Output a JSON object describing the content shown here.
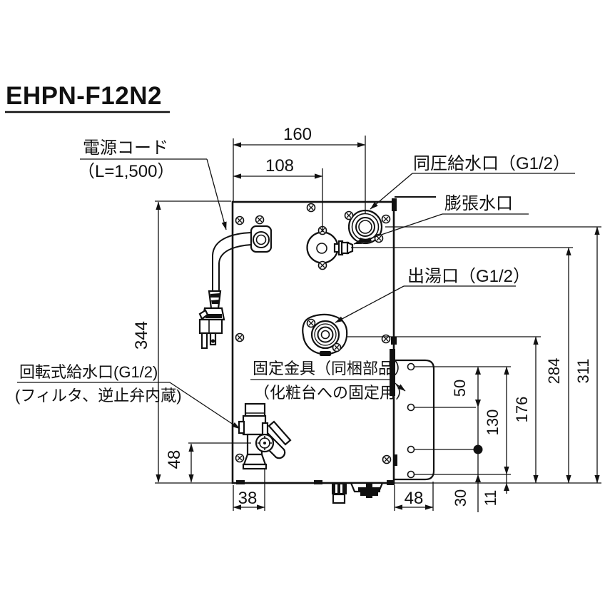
{
  "title": "EHPN-F12N2",
  "colors": {
    "line": "#111111",
    "background": "#ffffff"
  },
  "labels": {
    "power_cord_line1": "電源コード",
    "power_cord_line2": "（L=1,500）",
    "pressure_inlet": "同圧給水口（G1/2）",
    "expansion_outlet": "膨張水口",
    "hot_water_outlet": "出湯口（G1/2）",
    "rotary_inlet_line1": "回転式給水口(G1/2)",
    "rotary_inlet_line2": "(フィルタ、逆止弁内蔵)",
    "bracket_line1": "固定金具（同梱部品）",
    "bracket_line2": "（化粧台への固定用）"
  },
  "dims": {
    "top_width": "160",
    "top_width_inner": "108",
    "height": "344",
    "inlet_height": "48",
    "inlet_offset": "38",
    "bracket_width": "48",
    "outlet_height": "176",
    "expansion_height": "284",
    "supply_height": "311",
    "hole_pitch_a": "50",
    "hole_span": "130",
    "hole_pitch_b": "30",
    "hole_edge": "11"
  }
}
